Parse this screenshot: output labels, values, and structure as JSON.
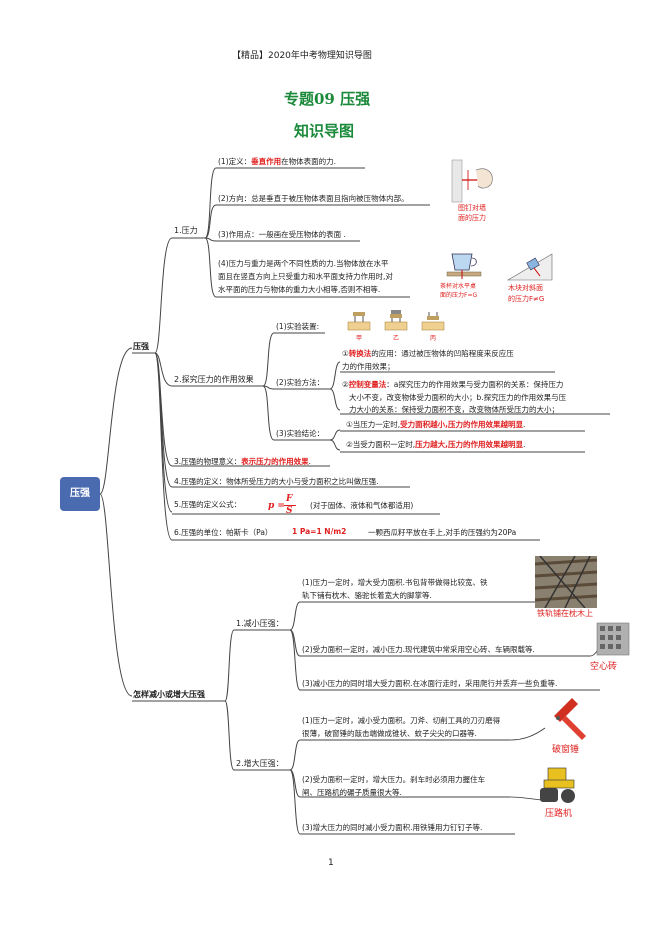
{
  "header": "【精品】2020年中考物理知识导图",
  "title": "专题09  压强",
  "subtitle": "知识导图",
  "root": "压强",
  "branch1": {
    "label": "压强",
    "p1": {
      "label": "1.压力",
      "def_pre": "(1)定义：",
      "def_red": "垂直作用",
      "def_post": "在物体表面的力.",
      "dir": "(2)方向：总是垂直于被压物体表面且指向被压物体内部。",
      "point": "(3)作用点：一般画在受压物体的表面 .",
      "rel1": "(4)压力与重力是两个不同性质的力.当物体放在水平",
      "rel2": "面且在竖直方向上只受重力和水平面支持力作用时,对",
      "rel3": "水平面的压力与物体的重力大小相等,否则不相等.",
      "cap_wall1": "图钉对墙",
      "cap_wall2": "面的压力",
      "cap_cup1": "茶杯对水平桌",
      "cap_cup2": "面的压力F=G",
      "cap_block1": "木块对斜面",
      "cap_block2": "的压力F≠G"
    },
    "p2": {
      "label": "2.探究压力的作用效果",
      "device": "(1)实验装置:",
      "jia": "甲",
      "yi": "乙",
      "bing": "丙",
      "method": "(2)实验方法：",
      "m1_pre": "①",
      "m1_red": "转换法",
      "m1_post": "的应用：通过被压物体的凹陷程度来反应压",
      "m1_l2": "力的作用效果；",
      "m2_pre": "②",
      "m2_red": "控制变量法",
      "m2_post": "：a探究压力的作用效果与受力面积的关系：保持压力",
      "m2_l2": "大小不变，改变物体受力面积的大小；b.探究压力的作用效果与压",
      "m2_l3": "力大小的关系：保持受力面积不变，改变物体所受压力的大小；",
      "concl": "(3)实验结论：",
      "c1_pre": "①当压力一定时,",
      "c1_red": "受力面积越小,压力的作用效果越明显",
      "c1_post": ".",
      "c2_pre": "②当受力面积一定时,",
      "c2_red": "压力越大,压力的作用效果越明显",
      "c2_post": "."
    },
    "p3_pre": "3.压强的物理意义：",
    "p3_red": "表示压力的作用效果",
    "p3_post": ".",
    "p4": "4.压强的定义：物体所受压力的大小与受力面积之比叫做压强.",
    "p5_pre": "5.压强的定义公式：",
    "p5_formula_p": "p =",
    "p5_formula_F": "F",
    "p5_formula_S": "S",
    "p5_post": "(对于固体、液体和气体都适用)",
    "p6_pre": "6.压强的单位：帕斯卡（Pa）",
    "p6_red": "1 Pa=1 N/m2",
    "p6_post": "一颗西瓜籽平放在手上,对手的压强约为20Pa"
  },
  "branch2": {
    "label": "怎样减小或增大压强",
    "dec": {
      "label": "1.减小压强：",
      "d1_l1": "(1)压力一定时，增大受力面积.书包背带做得比较宽、铁",
      "d1_l2": "轨下铺有枕木、骆驼长着宽大的脚掌等.",
      "d1_cap": "铁轨铺在枕木上",
      "d2": "(2)受力面积一定时，减小压力.现代建筑中常采用空心砖、车辆限载等.",
      "d2_cap": "空心砖",
      "d3": "(3)减小压力的同时增大受力面积.在冰面行走时，采用爬行并丢弃一些负重等."
    },
    "inc": {
      "label": "2.增大压强：",
      "i1_l1": "(1)压力一定时，减小受力面积。刀斧、切削工具的刀刃磨得",
      "i1_l2": "很薄，破窗锤的敲击端做成锥状、蚊子尖尖的口器等.",
      "i1_cap": "破窗锤",
      "i2_l1": "(2)受力面积一定时，增大压力。刹车时必须用力握住车",
      "i2_l2": "闸、压路机的碾子质量很大等.",
      "i2_cap": "压路机",
      "i3": "(3)增大压力的同时减小受力面积.用铁锤用力钉钉子等."
    }
  },
  "page_number": "1",
  "colors": {
    "title": "#1a8a3a",
    "accent_red": "#e02020",
    "root_bg": "#4a6bb0",
    "line": "#333333"
  }
}
